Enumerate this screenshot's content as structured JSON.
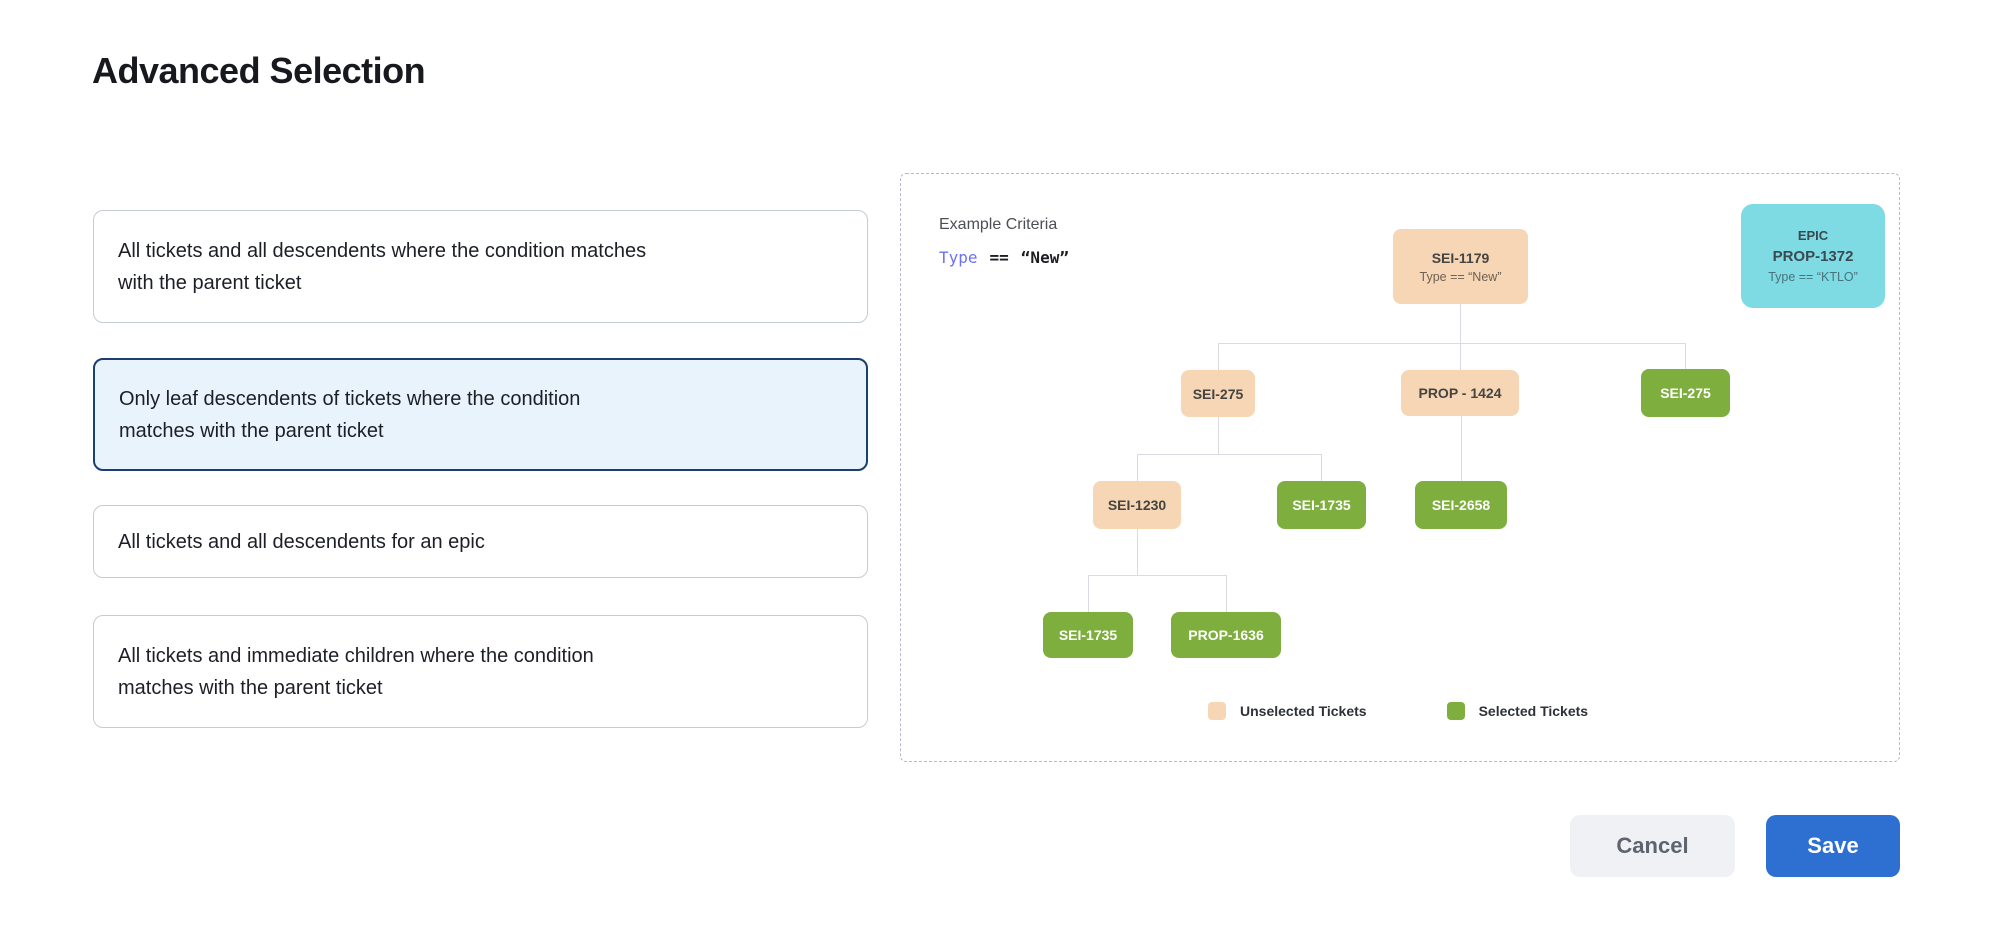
{
  "title": "Advanced Selection",
  "options": [
    {
      "label": "All tickets and all descendents where the condition matches with the parent ticket",
      "selected": false
    },
    {
      "label": "Only leaf descendents of tickets where the condition matches with the parent ticket",
      "selected": true
    },
    {
      "label": "All tickets and all descendents for an epic",
      "selected": false
    },
    {
      "label": "All tickets and immediate children where the condition matches with the parent ticket",
      "selected": false
    }
  ],
  "example_panel": {
    "heading": "Example Criteria",
    "criteria": {
      "field": "Type",
      "operator": "==",
      "value": "“New”"
    },
    "epic_card": {
      "type_label": "EPIC",
      "ticket": "PROP-1372",
      "condition": "Type == “KTLO”"
    },
    "tree": {
      "nodes": [
        {
          "label": "SEI-1179",
          "sub": "Type == “New”",
          "state": "unselected"
        },
        {
          "label": "SEI-275",
          "state": "unselected"
        },
        {
          "label": "PROP - 1424",
          "state": "unselected"
        },
        {
          "label": "SEI-275",
          "state": "selected"
        },
        {
          "label": "SEI-1230",
          "state": "unselected"
        },
        {
          "label": "SEI-1735",
          "state": "selected"
        },
        {
          "label": "SEI-2658",
          "state": "selected"
        },
        {
          "label": "SEI-1735",
          "state": "selected"
        },
        {
          "label": "PROP-1636",
          "state": "selected"
        }
      ]
    },
    "legend": [
      {
        "label": "Unselected Tickets",
        "color": "#f6d6b4"
      },
      {
        "label": "Selected Tickets",
        "color": "#7dae3e"
      }
    ]
  },
  "footer": {
    "cancel_label": "Cancel",
    "save_label": "Save"
  },
  "colors": {
    "unselected_ticket": "#f6d6b4",
    "selected_ticket": "#7dae3e",
    "epic_ticket": "#7edbe3",
    "save_button": "#2e70d2",
    "selected_option_border": "#1d3f6f",
    "selected_option_bg": "#e9f3fb",
    "criteria_keyword": "#6e71f2"
  }
}
